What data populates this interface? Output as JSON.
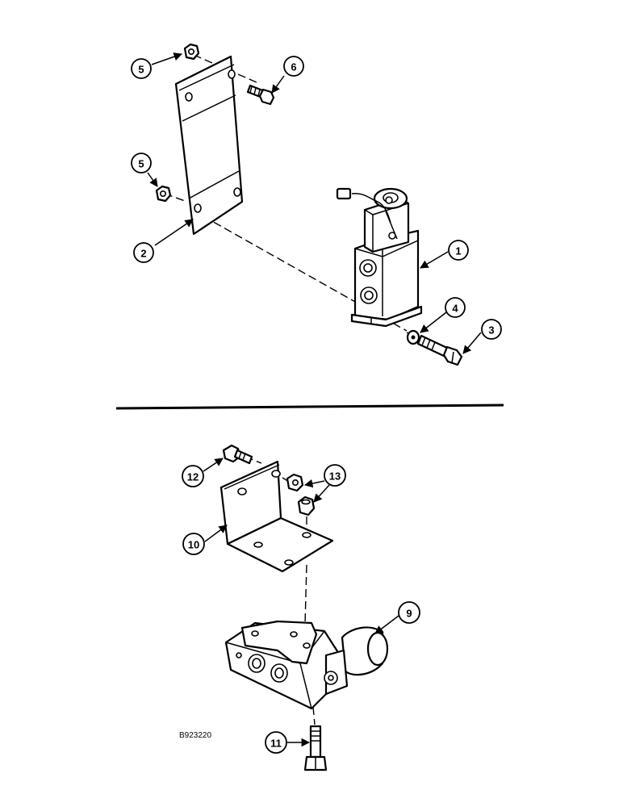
{
  "drawing_number": "B923220",
  "callouts": {
    "c1": "1",
    "c2": "2",
    "c3": "3",
    "c4": "4",
    "c5a": "5",
    "c5b": "5",
    "c6": "6",
    "c9": "9",
    "c10": "10",
    "c11": "11",
    "c12": "12",
    "c13": "13"
  }
}
